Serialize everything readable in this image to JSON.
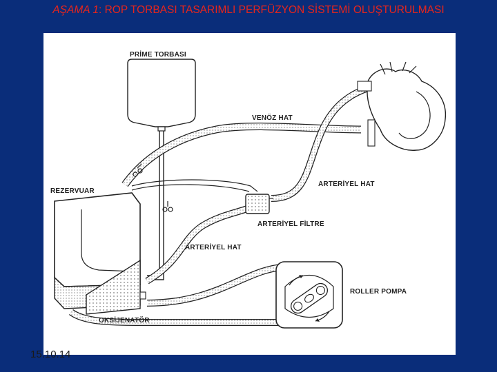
{
  "title": {
    "prefix": "AŞAMA 1",
    "text": ": ROP TORBASI TASARIMLI PERFÜZYON SİSTEMİ OLUŞTURULMASI"
  },
  "diagram": {
    "labels": {
      "prime_bag": "PRİME TORBASI",
      "venous_line": "VENÖZ  HAT",
      "reservoir": "REZERVUAR",
      "arterial_line_top": "ARTERİYEL HAT",
      "arterial_filter": "ARTERİYEL FİLTRE",
      "arterial_line_bottom": "ARTERİYEL HAT",
      "roller_pump": "ROLLER POMPA",
      "oxygenator": "OKSİJENATÖR"
    }
  },
  "footer": {
    "date": "15.10.14"
  },
  "colors": {
    "background": "#0a2d7a",
    "title": "#e8251b"
  }
}
